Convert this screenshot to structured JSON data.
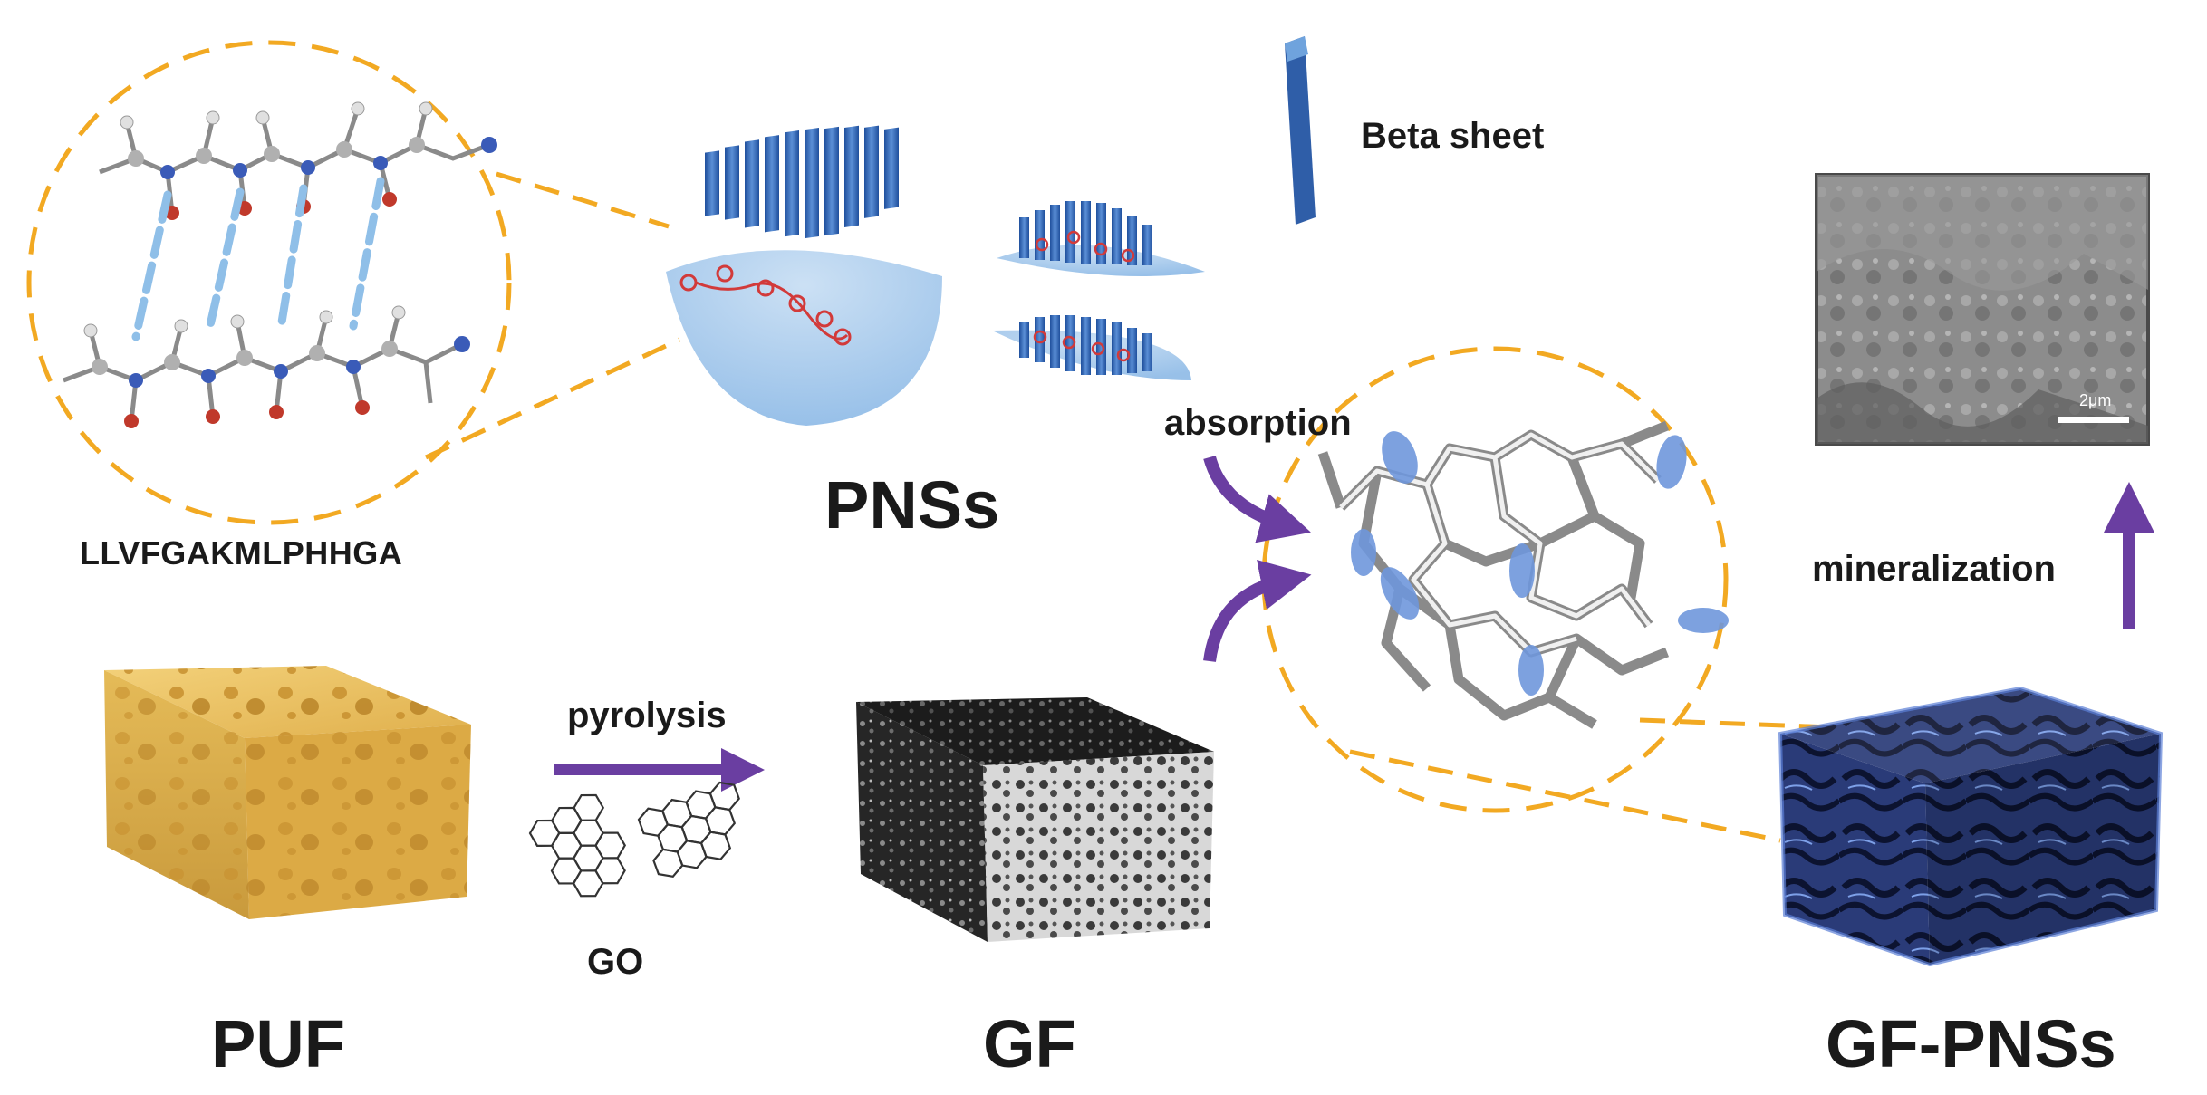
{
  "labels": {
    "peptide_sequence": "LLVFGAKMLPHHGA",
    "pnss": "PNSs",
    "beta_sheet": "Beta sheet",
    "absorption": "absorption",
    "mineralization": "mineralization",
    "pyrolysis": "pyrolysis",
    "go": "GO",
    "puf": "PUF",
    "gf": "GF",
    "gf_pnss": "GF-PNSs",
    "scale_bar": "2μm"
  },
  "colors": {
    "dashed_outline": "#f2a922",
    "arrow_purple": "#6a3ea1",
    "beta_sheet_blue": "#2f5ea8",
    "beta_sheet_light": "#6fa3dd",
    "hydrogen_bond": "#8fbfe8",
    "sponge_yellow": "#e8c260",
    "foam_dark": "#2a2a2a",
    "gf_pnss_blue": "#2d3f7a",
    "sem_gray": "#8e8e8e",
    "text_dark": "#1a1a1a"
  }
}
